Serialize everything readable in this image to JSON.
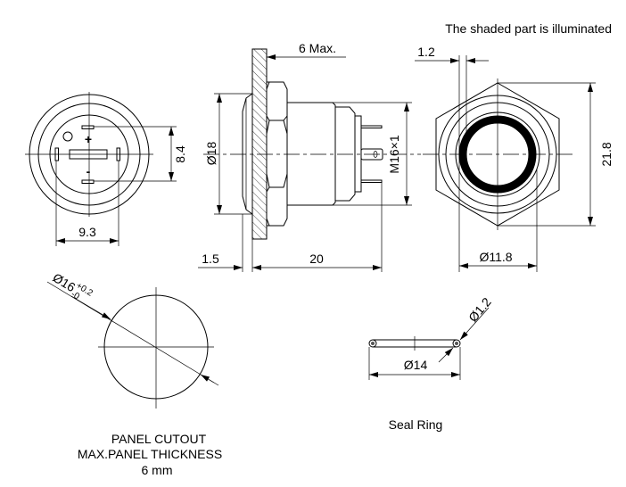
{
  "title_note": "The shaded part is illuminated",
  "front_view": {
    "dim_vertical": "8.4",
    "dim_horizontal": "9.3",
    "plus": "+",
    "minus": "-"
  },
  "side_view": {
    "dim_bezel_diameter": "Ø18",
    "dim_panel_max": "6 Max.",
    "dim_bezel_thickness": "1.5",
    "dim_length": "20",
    "dim_thread": "M16×1"
  },
  "rear_view": {
    "dim_ring_width": "1.2",
    "dim_ring_diameter": "Ø11.8",
    "dim_hex": "21.8"
  },
  "panel_cutout": {
    "dim_diameter": "Ø16",
    "tol_upper": "+0.2",
    "tol_lower": "-0",
    "label_line1": "PANEL CUTOUT",
    "label_line2": "MAX.PANEL THICKNESS",
    "label_line3": "6 mm"
  },
  "seal_ring": {
    "dim_diameter": "Ø14",
    "dim_cross_section": "Ø1.2",
    "label": "Seal Ring"
  },
  "colors": {
    "line": "#000000",
    "background": "#ffffff"
  }
}
